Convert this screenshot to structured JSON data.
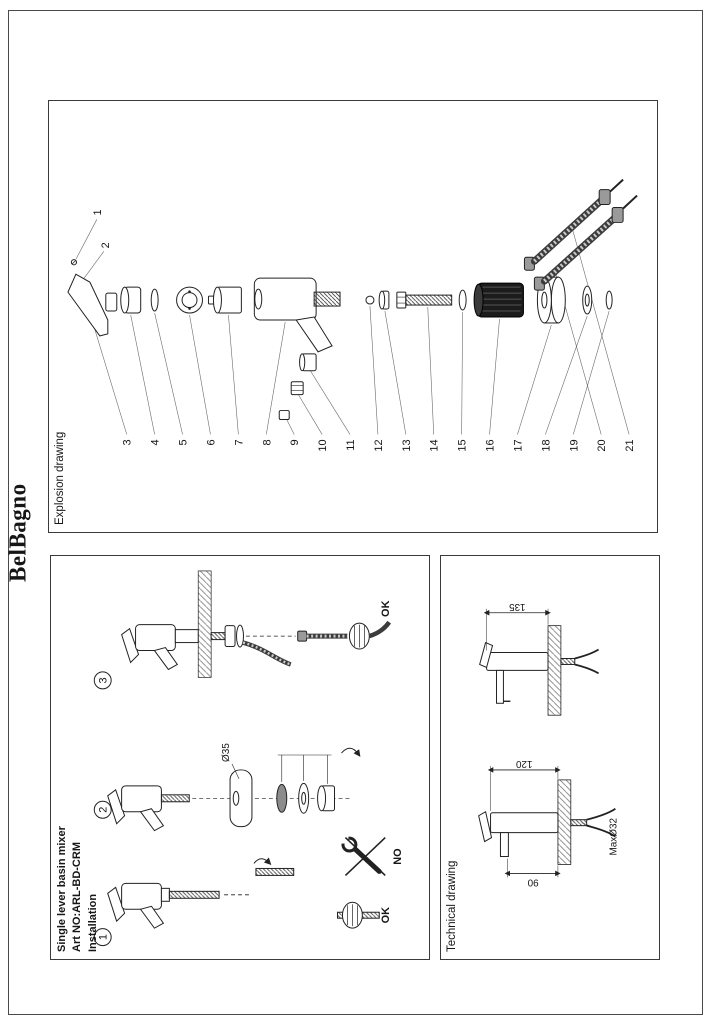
{
  "page": {
    "brand": "BelBagno"
  },
  "explosion": {
    "label": "Explosion drawing",
    "part_numbers": [
      "1",
      "2",
      "3",
      "4",
      "5",
      "6",
      "7",
      "8",
      "9",
      "10",
      "11",
      "12",
      "13",
      "14",
      "15",
      "16",
      "17",
      "18",
      "19",
      "20",
      "21"
    ]
  },
  "installation": {
    "title": "Single lever basin mixer",
    "art_no": "Art NO:ARL-BD-CRM",
    "section_label": "Installation",
    "steps": [
      "1",
      "2",
      "3"
    ],
    "ok_label": "OK",
    "no_label": "NO",
    "diameter_label": "Ø35"
  },
  "technical": {
    "label": "Technical drawing",
    "dim_135": "135",
    "dim_120": "120",
    "dim_90": "90",
    "dim_max": "MaxØ32"
  }
}
